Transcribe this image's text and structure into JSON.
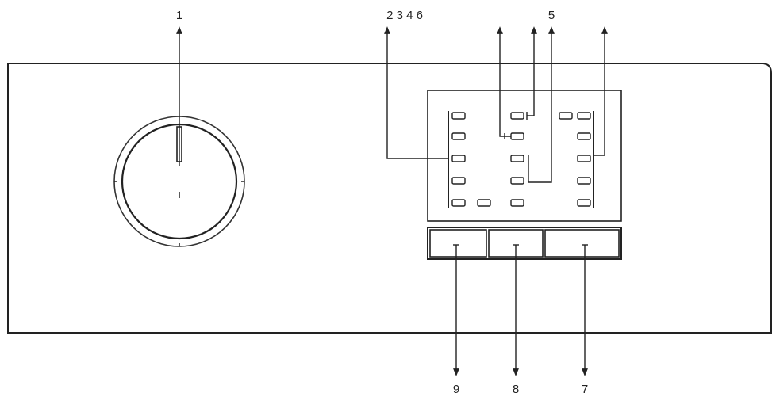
{
  "callouts": {
    "top": [
      {
        "id": "program-dial",
        "text": "1"
      },
      {
        "id": "left-indicator-column",
        "text": "2 3 4 6"
      },
      {
        "id": "middle-indicators",
        "text": "5"
      }
    ],
    "bottom": [
      {
        "id": "left-button",
        "text": "9"
      },
      {
        "id": "middle-button",
        "text": "8"
      },
      {
        "id": "right-button",
        "text": "7"
      }
    ]
  },
  "indicator_panel": {
    "left_column_leds": 5,
    "bottom_row_extra_leds": 1,
    "middle_column_leds": 5,
    "right_column_leds": 5,
    "top_right_extra_leds": 1
  },
  "buttons": [
    "left",
    "middle",
    "right"
  ],
  "colors": {
    "line": "#222222",
    "background": "#ffffff"
  }
}
